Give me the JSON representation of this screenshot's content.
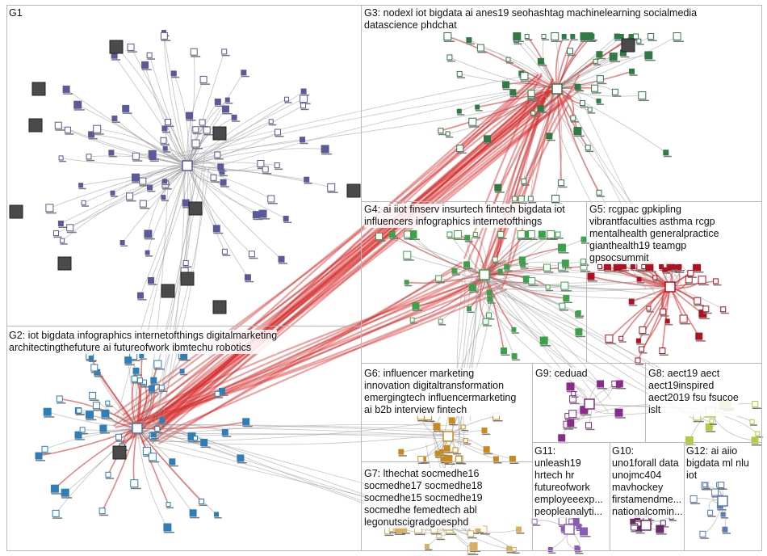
{
  "groups": [
    {
      "id": "G1",
      "label": "G1",
      "color": "#5a5a9a",
      "seed": 11
    },
    {
      "id": "G2",
      "label": "G2: iot bigdata infographics internetofthings digitalmarketing\narchitectingthefuture ai futureofwork ibmtechu robotics",
      "color": "#2e7fb8",
      "seed": 23
    },
    {
      "id": "G3",
      "label": "G3: nodexl iot bigdata ai anes19 seohashtag machinelearning socialmedia\ndatascience phdchat",
      "color": "#2f7a45",
      "seed": 37
    },
    {
      "id": "G4",
      "label": "G4: ai iiot finserv insurtech fintech bigdata iot\ninfluencers infographics internetofthings",
      "color": "#3aa34a",
      "seed": 41
    },
    {
      "id": "G5",
      "label": "G5: rcgpac gpkipling\nvibrantfaculties asthma rcgp\nmentalhealth generalpractice\ngianthealth19 teamgp\ngpsocsummit",
      "color": "#b01020",
      "seed": 53
    },
    {
      "id": "G6",
      "label": "G6: influencer marketing\ninnovation digitaltransformation\nemergingtech influencermarketing\nai b2b interview fintech",
      "color": "#c88a1a",
      "seed": 61
    },
    {
      "id": "G7",
      "label": "G7: lthechat socmedhe16\nsocmedhe17 socmedhe18\nsocmedhe15 socmedhe19\nsocmedhe femedtech abl\nlegonutscigradgoesphd",
      "color": "#d8b060",
      "seed": 71
    },
    {
      "id": "G8",
      "label": "G8: aect19 aect\naect19inspired\naect2019 fsu fsucoe\nislt",
      "color": "#b8c840",
      "seed": 83
    },
    {
      "id": "G9",
      "label": "G9: ceduad",
      "color": "#8a2a8a",
      "seed": 89
    },
    {
      "id": "G10",
      "label": "G10:\nuno1forall data\nunojmc404\nmavhockey\nfirstamendme...\nnationalcomin...",
      "color": "#6a2a6a",
      "seed": 97
    },
    {
      "id": "G11",
      "label": "G11:\nunleash19\nhrtech hr\nfutureofwork\nemployeeexp...\npeopleanalyti...",
      "color": "#8a5ab8",
      "seed": 101
    },
    {
      "id": "G12",
      "label": "G12: ai aiio\nbigdata ml nlu\niot",
      "color": "#5a7ab8",
      "seed": 107
    }
  ],
  "colors": {
    "edge_gray": "#9a9a9a",
    "edge_red": "#d83030",
    "border": "#b8b8b8"
  }
}
